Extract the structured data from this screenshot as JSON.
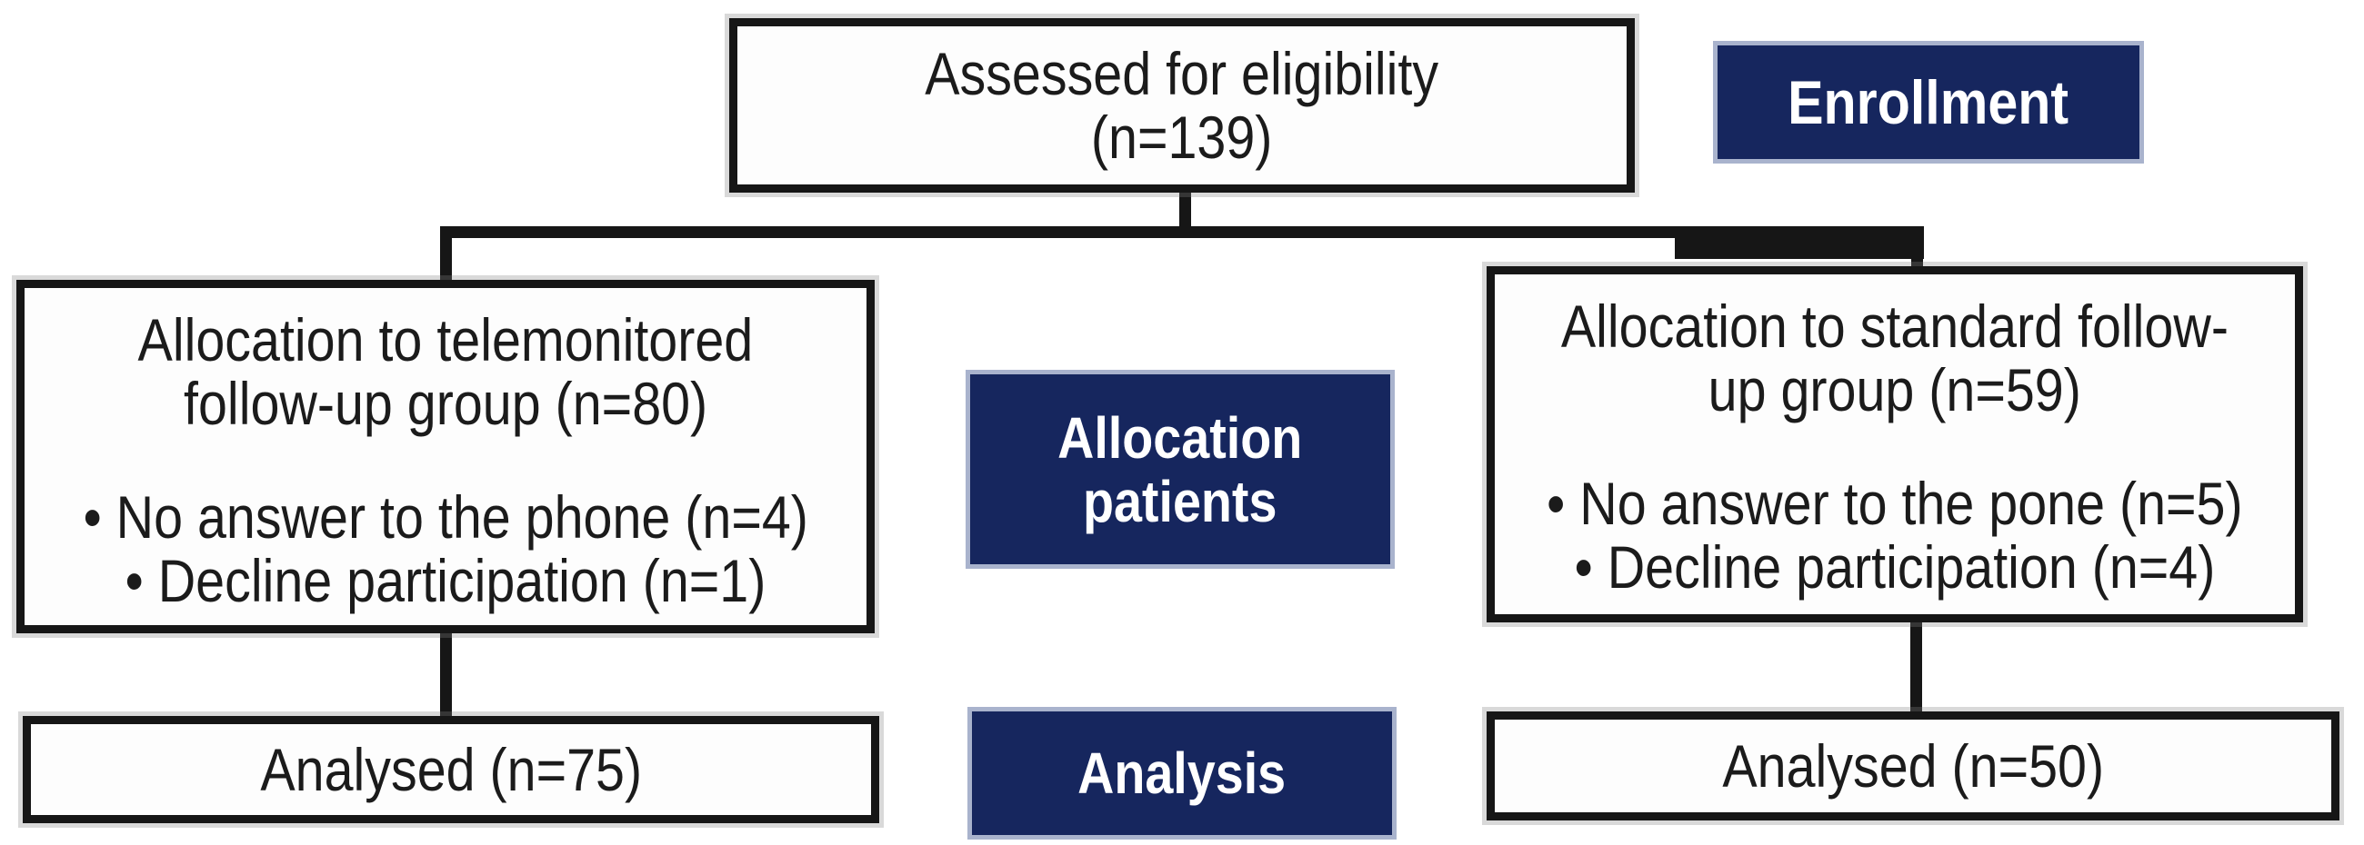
{
  "figure": {
    "type": "consort-flow-diagram",
    "colors": {
      "stage_label_bg": "#16265e",
      "stage_label_text": "#ffffff",
      "box_bg": "#fdfdfd",
      "box_border": "#161616",
      "connector": "#161616",
      "text": "#1b1b1b"
    },
    "stages": {
      "enrollment_label": "Enrollment",
      "allocation_label_line1": "Allocation",
      "allocation_label_line2": "patients",
      "analysis_label": "Analysis"
    },
    "eligibility_box": {
      "line1": "Assessed for eligibility",
      "line2": "(n=139)"
    },
    "telemonitored_box": {
      "line1": "Allocation to telemonitored",
      "line2": "follow-up group (n=80)",
      "bullet1": "• No answer to the phone (n=4)",
      "bullet2": "• Decline participation (n=1)"
    },
    "standard_box": {
      "line1": "Allocation to standard follow-",
      "line2": "up group (n=59)",
      "bullet1": "• No answer to the pone (n=5)",
      "bullet2": "• Decline participation (n=4)"
    },
    "analysed_left_box": {
      "label": "Analysed (n=75)"
    },
    "analysed_right_box": {
      "label": "Analysed (n=50)"
    }
  }
}
